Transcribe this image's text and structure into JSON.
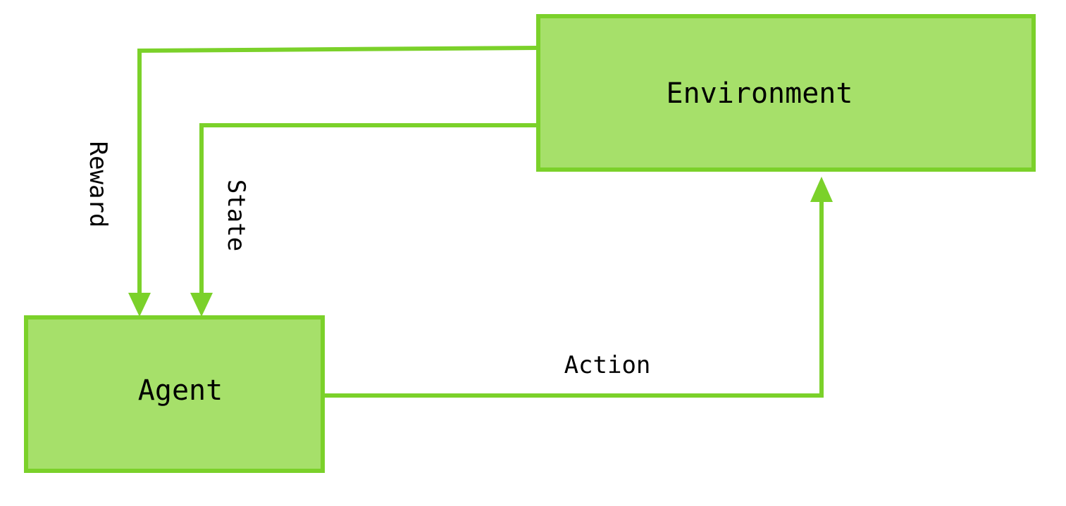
{
  "nodes": {
    "environment": {
      "label": "Environment"
    },
    "agent": {
      "label": "Agent"
    }
  },
  "edges": {
    "reward": {
      "label": "Reward",
      "from": "Environment",
      "to": "Agent"
    },
    "state": {
      "label": "State",
      "from": "Environment",
      "to": "Agent"
    },
    "action": {
      "label": "Action",
      "from": "Agent",
      "to": "Environment"
    }
  },
  "colors": {
    "box_fill": "#a6e06a",
    "line": "#7bd12a",
    "text": "#000000"
  }
}
